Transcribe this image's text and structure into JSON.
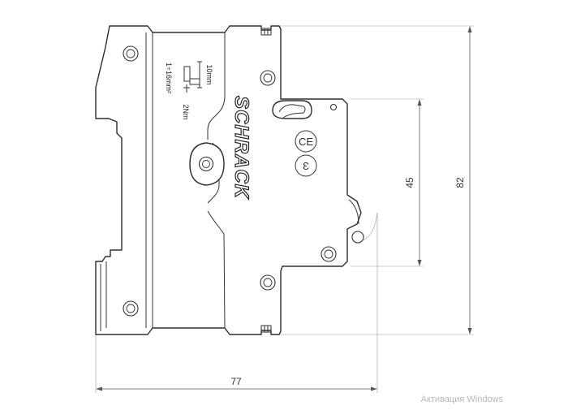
{
  "dimensions": {
    "width": "77",
    "height_total": "82",
    "height_front": "45"
  },
  "brand": "SCHRACK",
  "torque_label": "2Nm",
  "strip_length_label": "10mm",
  "wire_section_label": "1÷16mm²",
  "watermark": "Активация Windows",
  "ce_mark": "CE"
}
